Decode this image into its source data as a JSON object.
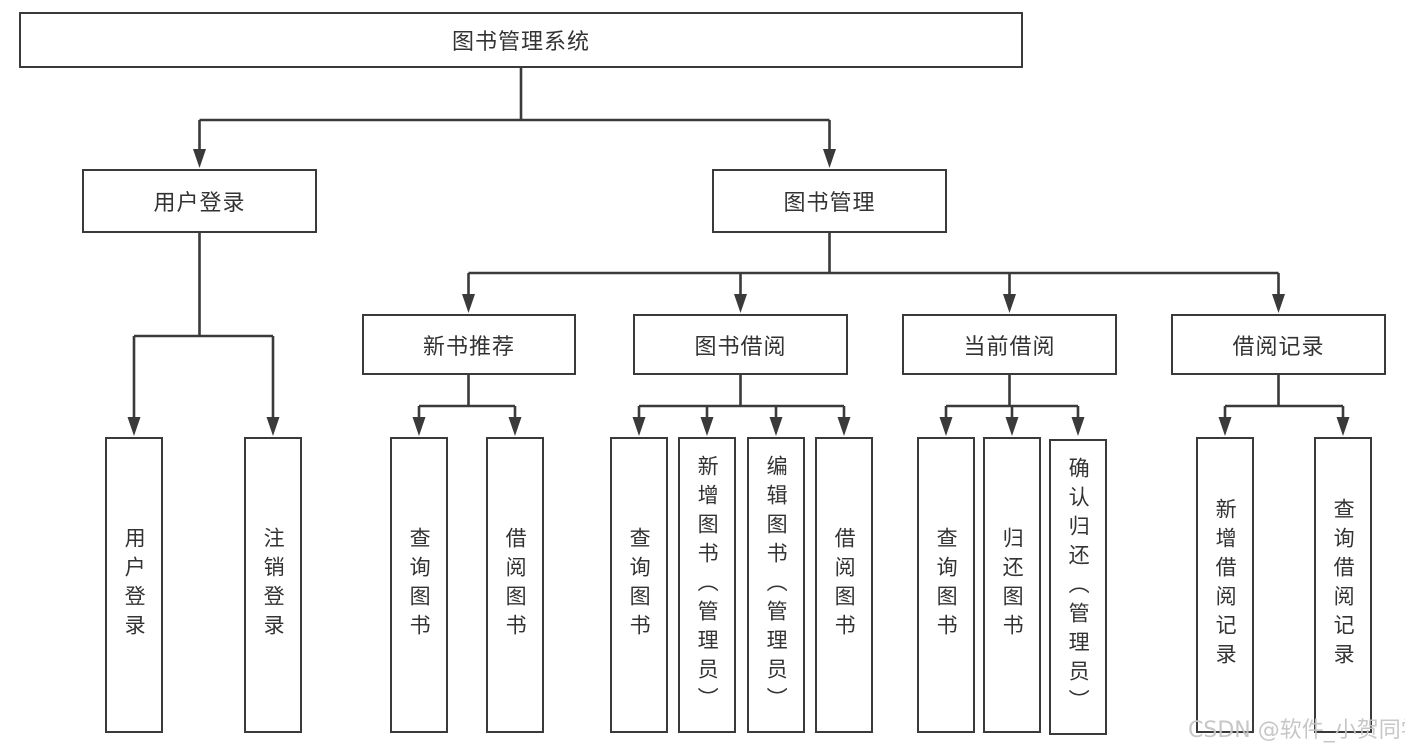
{
  "diagram": {
    "kind": "hierarchical function-structure diagram",
    "colors": {
      "background": "#ffffff",
      "line": "#3a3a3a",
      "text": "#333333",
      "watermark": "#c5c5c5"
    }
  },
  "tree": {
    "label": "图书管理系统",
    "children": [
      {
        "label": "用户登录",
        "children": [
          {
            "label": "用户登录"
          },
          {
            "label": "注销登录"
          }
        ]
      },
      {
        "label": "图书管理",
        "children": [
          {
            "label": "新书推荐",
            "children": [
              {
                "label": "查询图书"
              },
              {
                "label": "借阅图书"
              }
            ]
          },
          {
            "label": "图书借阅",
            "children": [
              {
                "label": "查询图书"
              },
              {
                "label": "新增图书（管理员）"
              },
              {
                "label": "编辑图书（管理员）"
              },
              {
                "label": "借阅图书"
              }
            ]
          },
          {
            "label": "当前借阅",
            "children": [
              {
                "label": "查询图书"
              },
              {
                "label": "归还图书"
              },
              {
                "label": "确认归还（管理员）"
              }
            ]
          },
          {
            "label": "借阅记录",
            "children": [
              {
                "label": "新增借阅记录"
              },
              {
                "label": "查询借阅记录"
              }
            ]
          }
        ]
      }
    ]
  },
  "watermark": {
    "text": "CSDN @软件_小贺同学"
  }
}
